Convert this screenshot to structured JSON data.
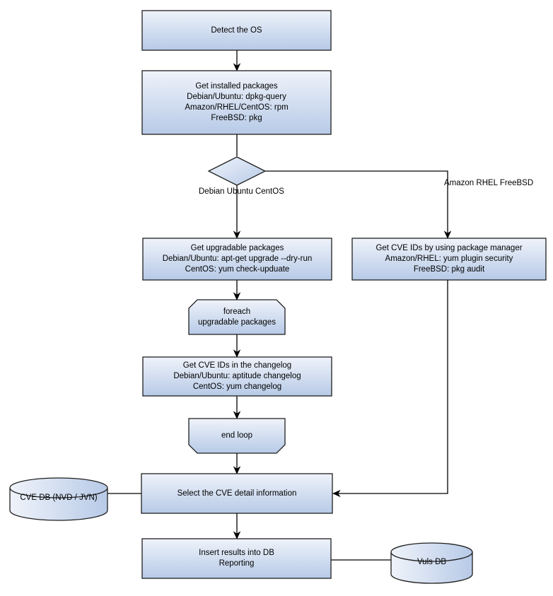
{
  "colors": {
    "background": "#ffffff",
    "node_fill_light": "#eff3fa",
    "node_fill_dark": "#b7cae7",
    "node_border": "#1f1f1f",
    "connector": "#000000",
    "text": "#000000"
  },
  "nodes": {
    "detect_os": {
      "type": "process",
      "label": "Detect the OS"
    },
    "get_installed_packages": {
      "type": "process",
      "lines": [
        "Get installed packages",
        "Debian/Ubuntu: dpkg-query",
        "Amazon/RHEL/CentOS: rpm",
        "FreeBSD: pkg"
      ]
    },
    "os_branch": {
      "type": "decision"
    },
    "get_upgradable_packages": {
      "type": "process",
      "lines": [
        "Get upgradable packages",
        "Debian/Ubuntu: apt-get upgrade --dry-run",
        "CentOS: yum check-upduate"
      ]
    },
    "get_cve_ids_package_manager": {
      "type": "process",
      "lines": [
        "Get CVE IDs by using package manager",
        "Amazon/RHEL: yum plugin security",
        "FreeBSD: pkg audit"
      ]
    },
    "foreach_loop_start": {
      "type": "loop-start",
      "lines": [
        "foreach",
        "upgradable packages"
      ]
    },
    "get_cve_ids_changelog": {
      "type": "process",
      "lines": [
        "Get CVE IDs in the changelog",
        "Debian/Ubuntu: aptitude changelog",
        "CentOS: yum changelog"
      ]
    },
    "end_loop": {
      "type": "loop-end",
      "label": "end loop"
    },
    "select_cve_detail": {
      "type": "process",
      "label": "Select the CVE detail information"
    },
    "cve_db": {
      "type": "database",
      "label": "CVE DB (NVD / JVN)"
    },
    "insert_results": {
      "type": "process",
      "lines": [
        "Insert results into DB",
        "Reporting"
      ]
    },
    "vuls_db": {
      "type": "database",
      "label": "Vuls DB"
    }
  },
  "edge_labels": {
    "left_branch": {
      "lines": [
        "Debian",
        "Ubuntu",
        "CentOS"
      ]
    },
    "right_branch": {
      "lines": [
        "Amazon",
        "RHEL",
        "FreeBSD"
      ]
    }
  },
  "edges": [
    {
      "from": "detect_os",
      "to": "get_installed_packages",
      "arrow": true
    },
    {
      "from": "get_installed_packages",
      "to": "os_branch",
      "arrow": false
    },
    {
      "from": "os_branch",
      "to": "get_upgradable_packages",
      "label": "Debian Ubuntu CentOS",
      "arrow": true
    },
    {
      "from": "os_branch",
      "to": "get_cve_ids_package_manager",
      "label": "Amazon RHEL FreeBSD",
      "arrow": true
    },
    {
      "from": "get_upgradable_packages",
      "to": "foreach_loop_start",
      "arrow": true
    },
    {
      "from": "foreach_loop_start",
      "to": "get_cve_ids_changelog",
      "arrow": true
    },
    {
      "from": "get_cve_ids_changelog",
      "to": "end_loop",
      "arrow": true
    },
    {
      "from": "end_loop",
      "to": "select_cve_detail",
      "arrow": true
    },
    {
      "from": "get_cve_ids_package_manager",
      "to": "select_cve_detail",
      "arrow": true
    },
    {
      "from": "cve_db",
      "to": "select_cve_detail",
      "arrow": false
    },
    {
      "from": "select_cve_detail",
      "to": "insert_results",
      "arrow": true
    },
    {
      "from": "insert_results",
      "to": "vuls_db",
      "arrow": false
    }
  ]
}
